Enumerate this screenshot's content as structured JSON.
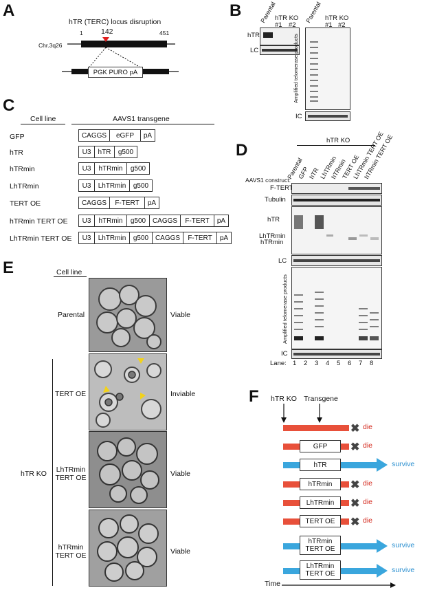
{
  "panels": {
    "a": "A",
    "b": "B",
    "c": "C",
    "d": "D",
    "e": "E",
    "f": "F"
  },
  "panel_a": {
    "title": "hTR (TERC) locus disruption",
    "chrom": "Chr.3q26",
    "pos_start": "1",
    "pos_mid": "142",
    "pos_end": "451",
    "cassette": "PGK PURO pA"
  },
  "panel_b": {
    "lane_parental": "Parental",
    "lane_ko": "hTR KO",
    "lane_1": "#1",
    "lane_2": "#2",
    "label_htr": "hTR",
    "label_lc": "LC",
    "label_ic": "IC",
    "trap_label": "Amplified telomerase products"
  },
  "panel_c": {
    "col_cell": "Cell line",
    "col_transgene": "AAVS1 transgene",
    "rows": [
      {
        "name": "GFP",
        "parts": [
          "CAGGS",
          "eGFP",
          "pA"
        ]
      },
      {
        "name": "hTR",
        "parts": [
          "U3",
          "hTR",
          "g500"
        ]
      },
      {
        "name": "hTRmin",
        "parts": [
          "U3",
          "hTRmin",
          "g500"
        ]
      },
      {
        "name": "LhTRmin",
        "parts": [
          "U3",
          "LhTRmin",
          "g500"
        ]
      },
      {
        "name": "TERT OE",
        "parts": [
          "CAGGS",
          "F-TERT",
          "pA"
        ]
      },
      {
        "name": "hTRmin TERT OE",
        "parts": [
          "U3",
          "hTRmin",
          "g500",
          "CAGGS",
          "F-TERT",
          "pA"
        ]
      },
      {
        "name": "LhTRmin TERT OE",
        "parts": [
          "U3",
          "LhTRmin",
          "g500",
          "CAGGS",
          "F-TERT",
          "pA"
        ]
      }
    ]
  },
  "panel_d": {
    "group_label": "hTR KO",
    "construct_label": "AAVS1 construct:",
    "lanes": [
      "Parental",
      "GFP",
      "hTR",
      "LhTRmin",
      "hTRmin",
      "TERT OE",
      "LhTRmin TERT OE",
      "hTRmin TERT OE"
    ],
    "lane_numbers": [
      "1",
      "2",
      "3",
      "4",
      "5",
      "6",
      "7",
      "8"
    ],
    "lane_word": "Lane:",
    "row_fteRT": "F-TERT",
    "row_tubulin": "Tubulin",
    "row_htr": "hTR",
    "row_lhtrmin": "LhTRmin",
    "row_htrmin": "hTRmin",
    "row_lc": "LC",
    "row_ic": "IC",
    "trap_label": "Amplified telomerase products"
  },
  "panel_e": {
    "col_cell": "Cell line",
    "ko_label": "hTR KO",
    "rows": [
      {
        "name": "Parental",
        "status": "Viable"
      },
      {
        "name": "TERT OE",
        "status": "Inviable"
      },
      {
        "name": "LhTRmin\nTERT OE",
        "status": "Viable"
      },
      {
        "name": "hTRmin\nTERT OE",
        "status": "Viable"
      }
    ]
  },
  "panel_f": {
    "ko_label": "hTR KO",
    "transgene_label": "Transgene",
    "time_label": "Time",
    "die": "die",
    "survive": "survive",
    "rows": [
      {
        "box": "",
        "fate": "die"
      },
      {
        "box": "GFP",
        "fate": "die"
      },
      {
        "box": "hTR",
        "fate": "survive"
      },
      {
        "box": "hTRmin",
        "fate": "die"
      },
      {
        "box": "LhTRmin",
        "fate": "die"
      },
      {
        "box": "TERT OE",
        "fate": "die"
      },
      {
        "box": "hTRmin\nTERT OE",
        "fate": "survive"
      },
      {
        "box": "LhTRmin\nTERT OE",
        "fate": "survive"
      }
    ],
    "colors": {
      "die": "#e8503a",
      "survive": "#3aa6dd",
      "die_text": "#d42a1e",
      "survive_text": "#2a8fd0"
    }
  }
}
